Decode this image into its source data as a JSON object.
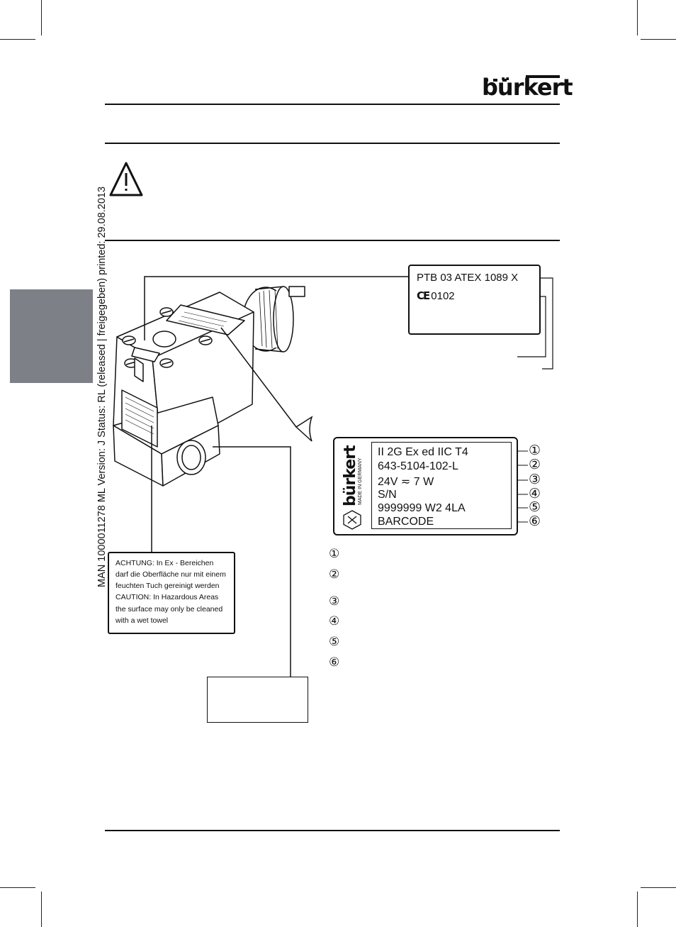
{
  "header": {
    "brand": "bürkert"
  },
  "sidebar_vertical_text": "MAN 1000011278 ML Version: J Status: RL (released | freigegeben) printed: 29.08.2013",
  "icons": {
    "warning": "warning-triangle-icon",
    "ex_symbol": "ex-hexagon-icon",
    "eye": "eye-icon"
  },
  "atex_label": {
    "line1": "PTB 03 ATEX 1089 X",
    "ce_mark": "CE",
    "line2": "0102"
  },
  "type_plate": {
    "brand": "bürkert",
    "made_in": "MADE IN GERMANY",
    "lines": [
      "II 2G  Ex ed  IIC   T4",
      "643-5104-102-L",
      "24V  ≂  7 W",
      "S/N",
      "9999999        W2 4LA",
      "BARCODE"
    ],
    "markers": [
      "①",
      "②",
      "③",
      "④",
      "⑤",
      "⑥"
    ]
  },
  "legend": {
    "markers": [
      "①",
      "②",
      "③",
      "④",
      "⑤",
      "⑥"
    ]
  },
  "warning_label": {
    "lines": [
      "ACHTUNG: In Ex - Bereichen",
      "darf die Oberfläche nur mit einem",
      "feuchten Tuch gereinigt werden",
      "CAUTION: In Hazardous Areas",
      "the surface may only be cleaned",
      "with a wet towel"
    ]
  }
}
